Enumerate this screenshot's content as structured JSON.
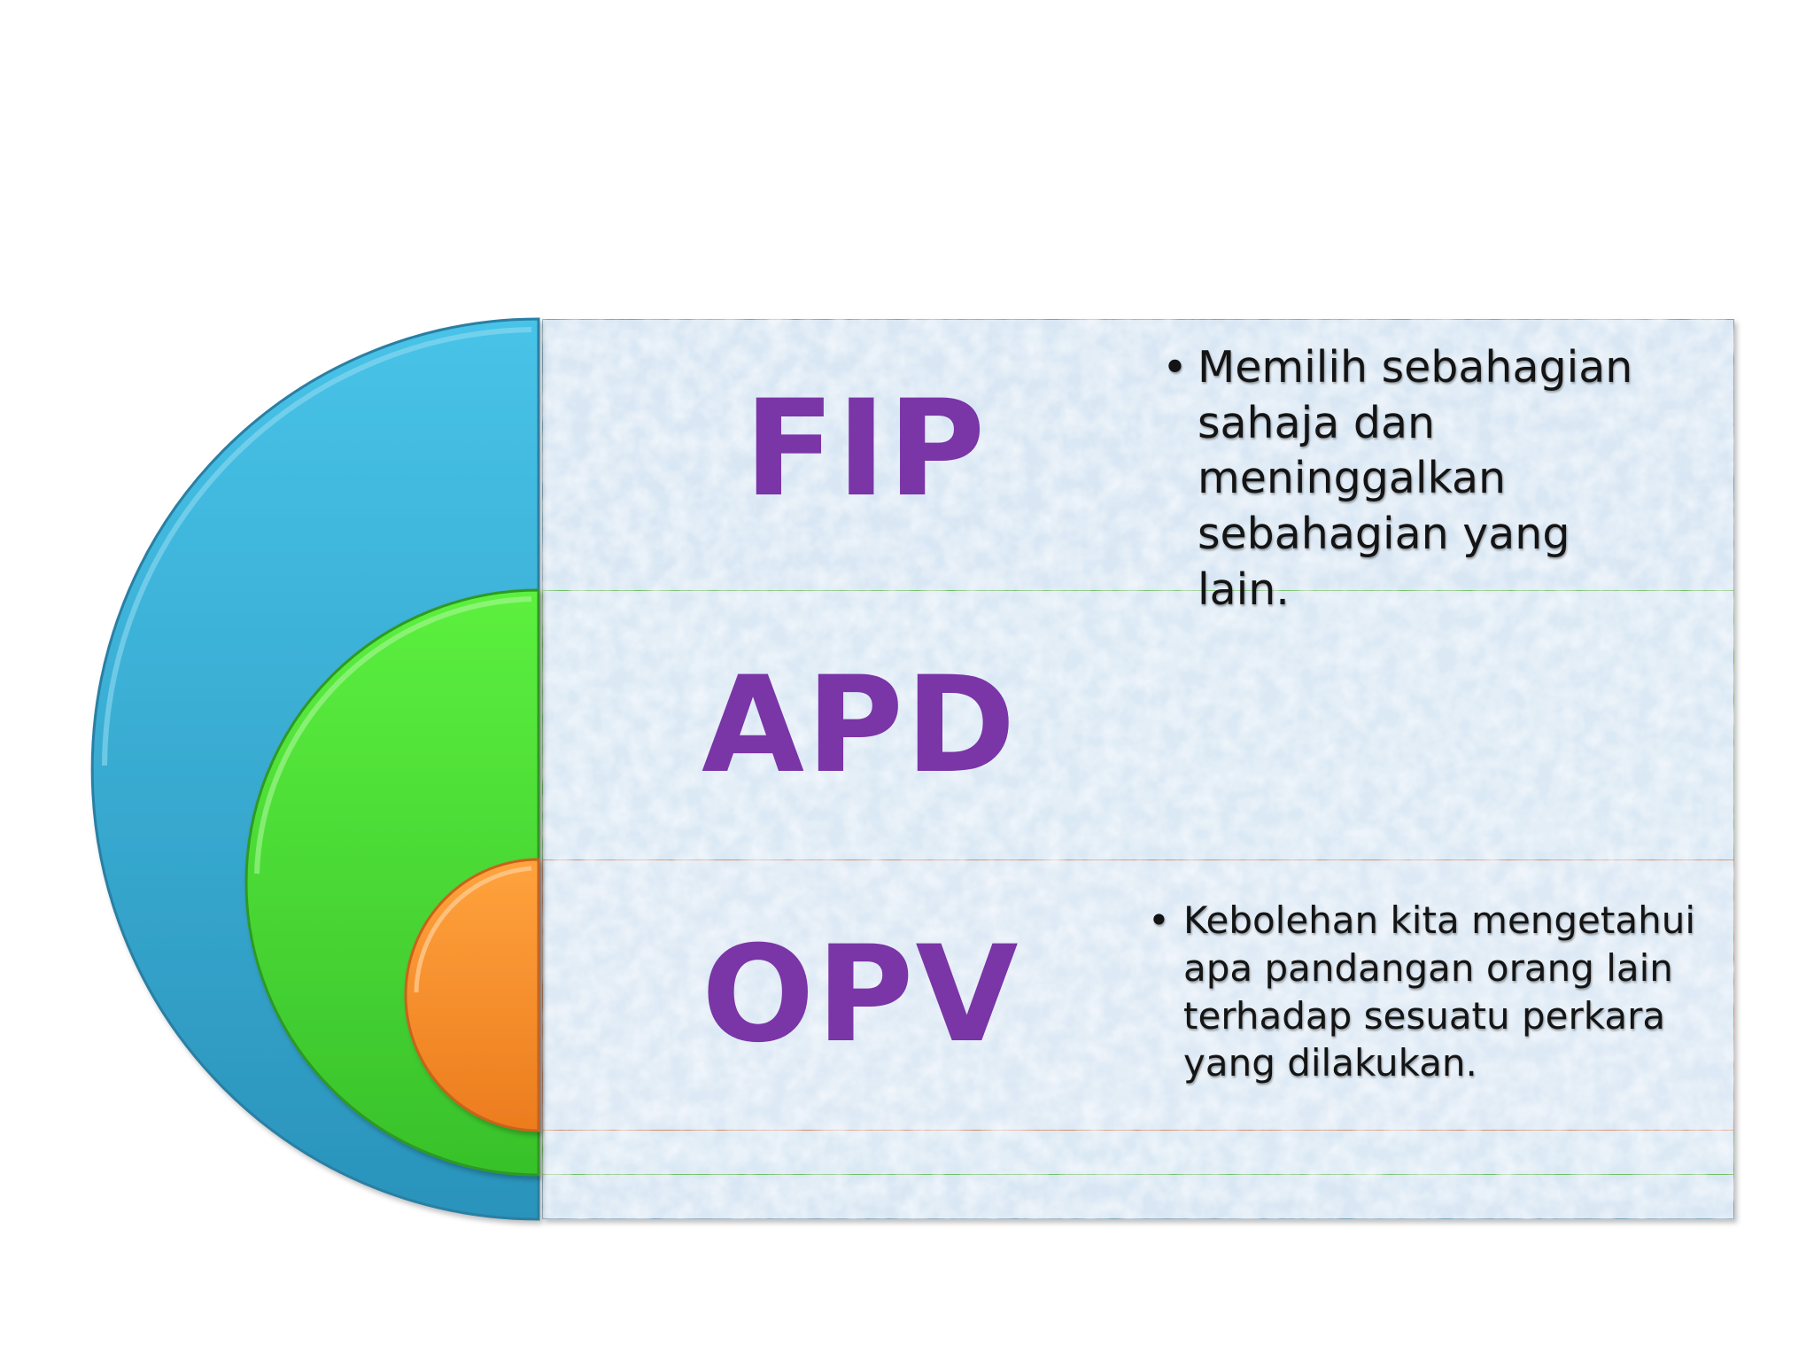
{
  "colors": {
    "outer_band": "#3bb6dd",
    "middle_band": "#4de23a",
    "inner_band": "#f6902f",
    "panel": "#dbe9f5",
    "label": "#7a35a6"
  },
  "rows": [
    {
      "label": "FIP",
      "bullet": "•",
      "description": "Memilih sebahagian sahaja dan meninggalkan sebahagian yang lain."
    },
    {
      "label": "APD",
      "bullet": "",
      "description": ""
    },
    {
      "label": "OPV",
      "bullet": "•",
      "description": "Kebolehan kita mengetahui apa pandangan orang lain terhadap sesuatu perkara yang dilakukan."
    }
  ]
}
